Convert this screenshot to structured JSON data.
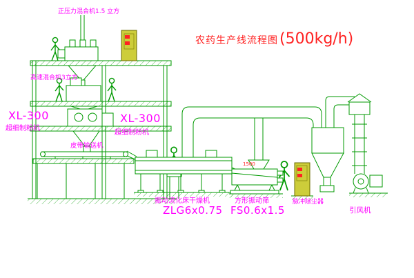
{
  "title": {
    "text": "农药生产线流程图",
    "capacity": "(500kg/h)"
  },
  "labels": {
    "top_mixer": "正压力混合机1.5 立方",
    "high_speed_mixer": "高速混合机3立方",
    "mill_left_model": "XL-300",
    "mill_left_name": "超细制粉机",
    "mill_mid_model": "XL-300",
    "mill_mid_name": "超细制粉机",
    "belt_conveyor": "皮带输送机",
    "dryer_name": "振动流化床干燥机",
    "dryer_model": "ZLG6x0.75",
    "screen_name": "方形振动筛",
    "screen_model": "FS0.6x1.5",
    "dust_collector": "脉冲除尘器",
    "induced_fan": "引风机",
    "dim_1500": "1500"
  },
  "colors": {
    "line_green": "#009900",
    "label_magenta": "#ff00ff",
    "title_red": "#ff2222",
    "cabinet_yellow": "#cdcd3a",
    "background": "#ffffff"
  }
}
